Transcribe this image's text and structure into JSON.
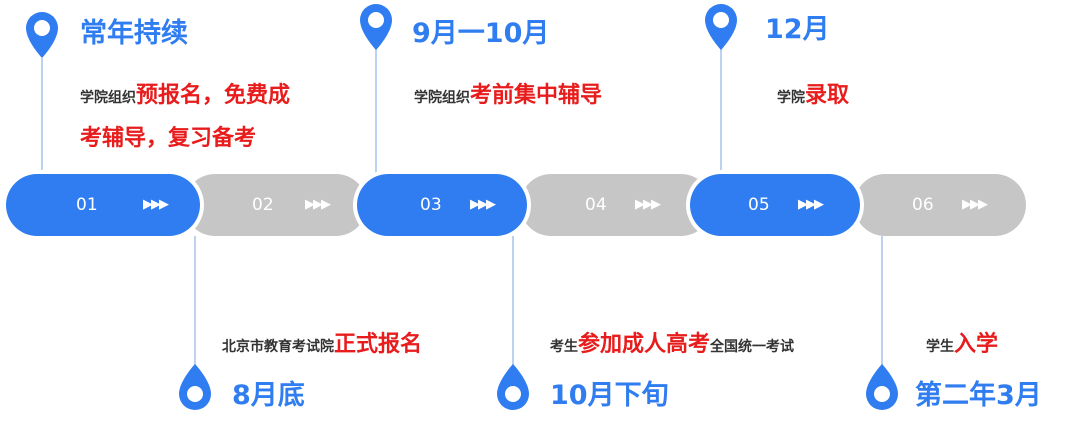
{
  "timeline": {
    "steps": [
      {
        "num": "01",
        "arrows": "▶▶▶",
        "active": true
      },
      {
        "num": "02",
        "arrows": "▶▶▶",
        "active": false
      },
      {
        "num": "03",
        "arrows": "▶▶▶",
        "active": true
      },
      {
        "num": "04",
        "arrows": "▶▶▶",
        "active": false
      },
      {
        "num": "05",
        "arrows": "▶▶▶",
        "active": true
      },
      {
        "num": "06",
        "arrows": "▶▶▶",
        "active": false
      }
    ]
  },
  "top_events": [
    {
      "date": "常年持续",
      "prefix": "学院组织",
      "highlight_line1": "预报名，免费成",
      "highlight_line2": "考辅导，复习备考"
    },
    {
      "date": "9月一10月",
      "prefix": "学院组织",
      "highlight": "考前集中辅导"
    },
    {
      "date": "12月",
      "prefix": "学院",
      "highlight": "录取"
    }
  ],
  "bottom_events": [
    {
      "date": "8月底",
      "prefix": "北京市教育考试院",
      "highlight": "正式报名",
      "suffix": ""
    },
    {
      "date": "10月下旬",
      "prefix": "考生",
      "highlight": "参加成人高考",
      "suffix": "全国统一考试"
    },
    {
      "date": "第二年3月",
      "prefix": "学生",
      "highlight": "入学",
      "suffix": ""
    }
  ],
  "colors": {
    "accent": "#2f7df0",
    "highlight": "#e81c1c",
    "inactive": "#c6c6c6"
  },
  "icons": {
    "pin": "location-pin-icon",
    "arrows": "triple-arrow-icon"
  }
}
